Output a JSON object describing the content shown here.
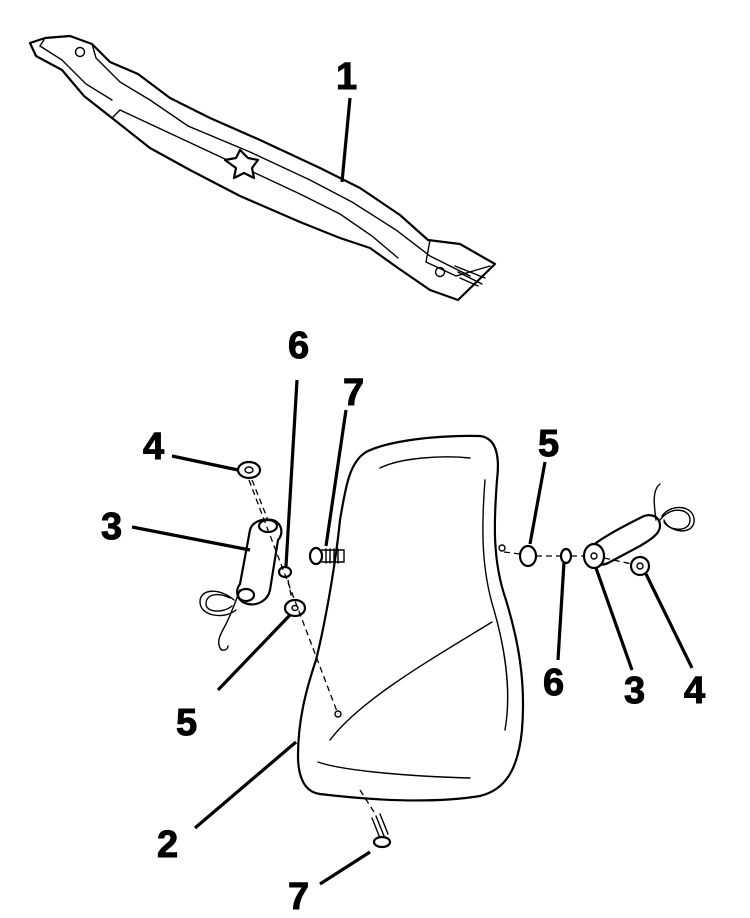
{
  "callouts": {
    "blade": "1",
    "baffle": "2",
    "spring_left": "3",
    "spring_right": "3",
    "cap_left": "4",
    "cap_right": "4",
    "washer_left": "5",
    "washer_right": "5",
    "lockwasher_left": "6",
    "lockwasher_right": "6",
    "screw_top": "7",
    "screw_bottom": "7"
  },
  "colors": {
    "ink": "#000000",
    "paper": "#ffffff"
  }
}
